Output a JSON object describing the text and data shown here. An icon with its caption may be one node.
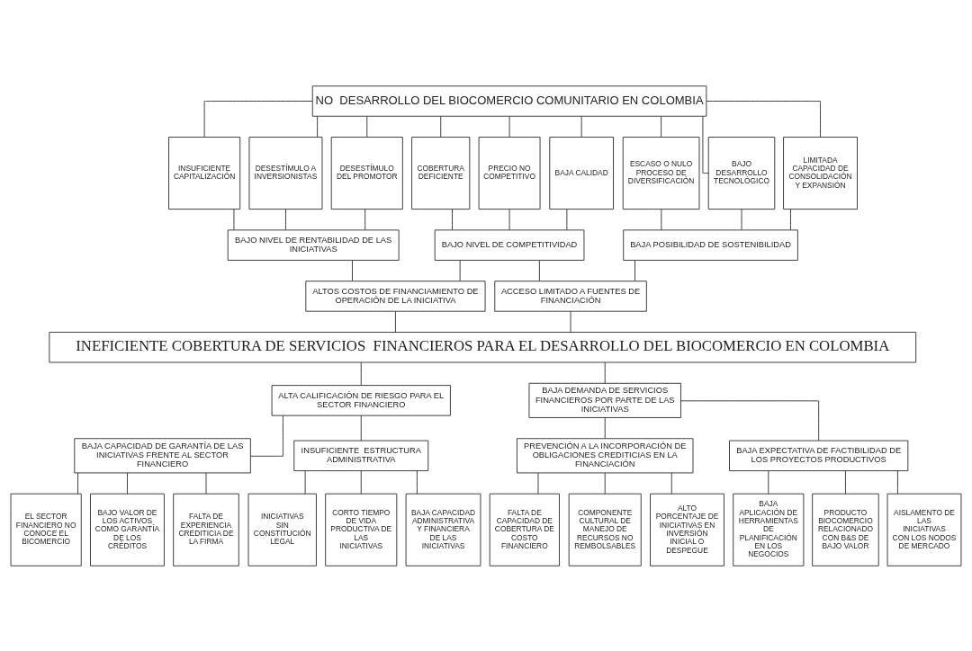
{
  "diagram": {
    "nodes": [
      {
        "text": [
          "NO  DESARROLLO DEL BIOCOMERCIO COMUNITARIO EN COLOMBIA"
        ]
      },
      {
        "text": [
          "INSUFICIENTE CAPITALIZACIÓN"
        ]
      },
      {
        "text": [
          "DESESTÍMULO A INVERSIONISTAS"
        ]
      },
      {
        "text": [
          "DESESTÍMULO DEL PROMOTOR"
        ]
      },
      {
        "text": [
          "BAJO NIVEL DE RENTABILIDAD DE LAS INICIATIVAS"
        ]
      },
      {
        "text": [
          "COBERTURA DEFICIENTE"
        ]
      },
      {
        "text": [
          "PRECIO NO COMPETITIVO"
        ]
      },
      {
        "text": [
          "BAJA CALIDAD"
        ]
      },
      {
        "text": [
          "BAJO NIVEL DE COMPETITIVIDAD"
        ]
      },
      {
        "text": [
          "ESCASO O NULO PROCESO DE DIVERSIFICACIÓN"
        ]
      },
      {
        "text": [
          "BAJO DESARROLLO TECNOLÓGICO"
        ]
      },
      {
        "text": [
          "LIMITADA CAPACIDAD DE CONSOLIDACIÓN Y EXPANSIÓN"
        ]
      },
      {
        "text": [
          "BAJA POSIBILIDAD DE SOSTENIBILIDAD"
        ]
      },
      {
        "text": [
          "ALTOS COSTOS DE FINANCIAMIENTO DE  OPERACIÓN DE LA INICIATIVA"
        ]
      },
      {
        "text": [
          "ACCESO LIMITADO A FUENTES DE FINANCIACIÓN"
        ]
      },
      {
        "text": [
          "INEFICIENTE COBERTURA DE SERVICIOS  FINANCIEROS PARA EL DESARROLLO DEL BIOCOMERCIO EN COLOMBIA"
        ]
      },
      {
        "text": [
          "ALTA CALIFICACIÓN DE RIESGO PARA EL SECTOR FINANCIERO"
        ]
      },
      {
        "text": [
          "BAJA DEMANDA DE SERVICIOS FINANCIEROS POR PARTE DE LAS INICIATIVAS"
        ]
      },
      {
        "text": [
          "BAJA CAPACIDAD DE GARANTÍA DE LAS INICIATIVAS FRENTE AL SECTOR FINANCIERO"
        ]
      },
      {
        "text": [
          "INSUFICIENTE  ESTRUCTURA ADMINISTRATIVA"
        ]
      },
      {
        "text": [
          "PREVENCIÓN A LA INCORPORACIÓN DE OBLIGACIONES CREDITICIAS EN LA FINANCIACIÓN"
        ]
      },
      {
        "text": [
          "BAJA EXPECTATIVA DE FACTIBILIDAD DE LOS PROYECTOS PRODUCTIVOS"
        ]
      },
      {
        "text": [
          "EL SECTOR FINANCIERO NO CONOCE EL BICOMERCIO"
        ]
      },
      {
        "text": [
          "BAJO VALOR DE LOS ACTIVOS COMO GARANTÍA DE LOS CRÉDITOS"
        ]
      },
      {
        "text": [
          "FALTA DE EXPERIENCIA CREDITICIA DE LA FIRMA"
        ]
      },
      {
        "text": [
          "INICIATIVAS SIN CONSTITUCIÓN LEGAL"
        ]
      },
      {
        "text": [
          "CORTO TIEMPO DE VIDA PRODUCTIVA DE LAS INICIATIVAS"
        ]
      },
      {
        "text": [
          "BAJA CAPACIDAD ADMINISTRATIVA Y FINANCIERA DE LAS INICIATIVAS"
        ]
      },
      {
        "text": [
          "FALTA DE CAPACIDAD DE COBERTURA DE COSTO FINANCIERO"
        ]
      },
      {
        "text": [
          "COMPONENTE CULTURAL DE MANEJO DE RECURSOS NO REMBOLSABLES"
        ]
      },
      {
        "text": [
          "ALTO PORCENTAJE DE INICIATIVAS EN INVERSIÓN INICIAL O DESPEGUE"
        ]
      },
      {
        "text": [
          "BAJA APLICACIÓN DE HERRAMIENTAS DE PLANIFICACIÓN EN LOS NEGOCIOS"
        ]
      },
      {
        "text": [
          "PRODUCTO BIOCOMERCIO RELACIONADO CON B&S DE BAJO VALOR"
        ]
      },
      {
        "text": [
          "AISLAMENTO DE LAS INICIATIVAS CON LOS NODOS DE MERCADO"
        ]
      }
    ],
    "edges": [
      {
        "from": 0,
        "to": 1,
        "arrow": "none"
      },
      {
        "from": 0,
        "to": 2,
        "arrow": "none"
      },
      {
        "from": 0,
        "to": 3,
        "arrow": "none"
      },
      {
        "from": 0,
        "to": 5,
        "arrow": "none"
      },
      {
        "from": 0,
        "to": 6,
        "arrow": "none"
      },
      {
        "from": 0,
        "to": 7,
        "arrow": "none"
      },
      {
        "from": 0,
        "to": 9,
        "arrow": "none"
      },
      {
        "from": 0,
        "to": 10,
        "arrow": "none"
      },
      {
        "from": 0,
        "to": 11,
        "arrow": "none"
      },
      {
        "from": 1,
        "to": 4,
        "arrow": "none"
      },
      {
        "from": 2,
        "to": 4,
        "arrow": "none"
      },
      {
        "from": 3,
        "to": 4,
        "arrow": "none"
      },
      {
        "from": 5,
        "to": 8,
        "arrow": "none"
      },
      {
        "from": 6,
        "to": 8,
        "arrow": "none"
      },
      {
        "from": 7,
        "to": 8,
        "arrow": "none"
      },
      {
        "from": 9,
        "to": 12,
        "arrow": "none"
      },
      {
        "from": 10,
        "to": 12,
        "arrow": "none"
      },
      {
        "from": 11,
        "to": 12,
        "arrow": "none"
      },
      {
        "from": 4,
        "to": 13,
        "arrow": "none"
      },
      {
        "from": 8,
        "to": 13,
        "arrow": "none"
      },
      {
        "from": 8,
        "to": 14,
        "arrow": "none"
      },
      {
        "from": 12,
        "to": 14,
        "arrow": "none"
      },
      {
        "from": 13,
        "to": 15,
        "arrow": "none"
      },
      {
        "from": 14,
        "to": 15,
        "arrow": "none"
      },
      {
        "from": 15,
        "to": 16,
        "arrow": "none"
      },
      {
        "from": 15,
        "to": 17,
        "arrow": "none"
      },
      {
        "from": 16,
        "to": 18,
        "arrow": "none"
      },
      {
        "from": 16,
        "to": 19,
        "arrow": "none"
      },
      {
        "from": 17,
        "to": 20,
        "arrow": "none"
      },
      {
        "from": 17,
        "to": 21,
        "arrow": "none"
      },
      {
        "from": 18,
        "to": 22,
        "arrow": "none"
      },
      {
        "from": 18,
        "to": 23,
        "arrow": "none"
      },
      {
        "from": 18,
        "to": 24,
        "arrow": "none"
      },
      {
        "from": 19,
        "to": 25,
        "arrow": "none"
      },
      {
        "from": 19,
        "to": 26,
        "arrow": "none"
      },
      {
        "from": 19,
        "to": 27,
        "arrow": "none"
      },
      {
        "from": 20,
        "to": 28,
        "arrow": "none"
      },
      {
        "from": 20,
        "to": 29,
        "arrow": "none"
      },
      {
        "from": 20,
        "to": 30,
        "arrow": "none"
      },
      {
        "from": 21,
        "to": 31,
        "arrow": "none"
      },
      {
        "from": 21,
        "to": 32,
        "arrow": "none"
      },
      {
        "from": 21,
        "to": 33,
        "arrow": "none"
      }
    ]
  }
}
